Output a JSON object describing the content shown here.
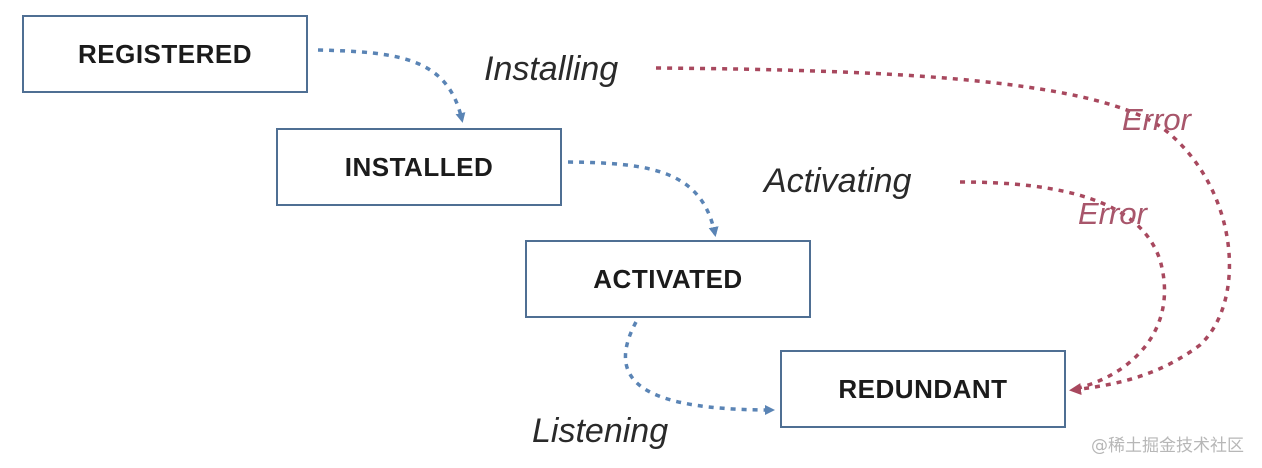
{
  "states": {
    "registered": "REGISTERED",
    "installed": "INSTALLED",
    "activated": "ACTIVATED",
    "redundant": "REDUNDANT"
  },
  "transitions": {
    "installing": "Installing",
    "activating": "Activating",
    "listening": "Listening",
    "error_1": "Error",
    "error_2": "Error"
  },
  "colors": {
    "flow_arrow": "#5a84b5",
    "error_arrow": "#a8485e",
    "box_border": "#4f6f93",
    "error_text": "#a8566b"
  },
  "watermark": "@稀土掘金技术社区"
}
